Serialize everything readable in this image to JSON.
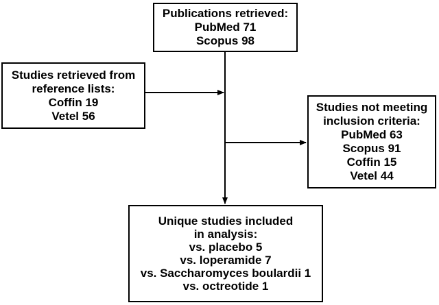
{
  "diagram": {
    "top_box": {
      "lines": [
        "Publications retrieved:",
        "PubMed 71",
        "Scopus 98"
      ]
    },
    "left_box": {
      "lines": [
        "Studies retrieved from",
        "reference lists:",
        "Coffin 19",
        "Vetel 56"
      ]
    },
    "right_box": {
      "lines": [
        "Studies not meeting",
        "inclusion criteria:",
        "PubMed 63",
        "Scopus 91",
        "Coffin 15",
        "Vetel 44"
      ]
    },
    "bottom_box": {
      "lines": [
        "Unique studies included",
        "in analysis:",
        "vs. placebo 5",
        "vs. loperamide 7",
        "vs. Saccharomyces boulardii 1",
        "vs. octreotide 1"
      ]
    }
  }
}
